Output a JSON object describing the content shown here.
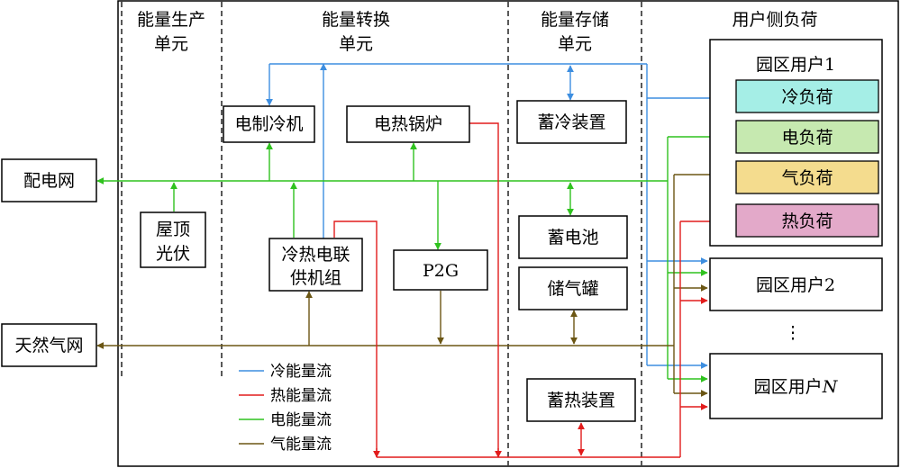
{
  "columns": {
    "production_l1": "能量生产",
    "production_l2": "单元",
    "conversion_l1": "能量转换",
    "conversion_l2": "单元",
    "storage_l1": "能量存储",
    "storage_l2": "单元",
    "user_load": "用户侧负荷"
  },
  "grids": {
    "power_grid": "配电网",
    "gas_grid": "天然气网"
  },
  "devices": {
    "pv_l1": "屋顶",
    "pv_l2": "光伏",
    "chiller": "电制冷机",
    "boiler": "电热锅炉",
    "chp_l1": "冷热电联",
    "chp_l2": "供机组",
    "p2g": "P2G",
    "cold_storage": "蓄冷装置",
    "battery": "蓄电池",
    "gas_tank": "储气罐",
    "heat_storage": "蓄热装置"
  },
  "users": {
    "user1": "园区用户1",
    "user2": "园区用户2",
    "userN_prefix": "园区用户",
    "userN_suffix": "N",
    "ellipsis": "⋮"
  },
  "loads": {
    "cold": "冷负荷",
    "elec": "电负荷",
    "gas": "气负荷",
    "heat": "热负荷"
  },
  "load_colors": {
    "cold": "#a5eee6",
    "elec": "#c6e9b0",
    "gas": "#f4dc8e",
    "heat": "#e3a9c9"
  },
  "legend": {
    "cold": "冷能量流",
    "heat": "热能量流",
    "elec": "电能量流",
    "gas": "气能量流"
  },
  "flow_colors": {
    "cold": "#3d8ee0",
    "heat": "#e21c1c",
    "elec": "#2fc21e",
    "gas": "#6b5614"
  }
}
